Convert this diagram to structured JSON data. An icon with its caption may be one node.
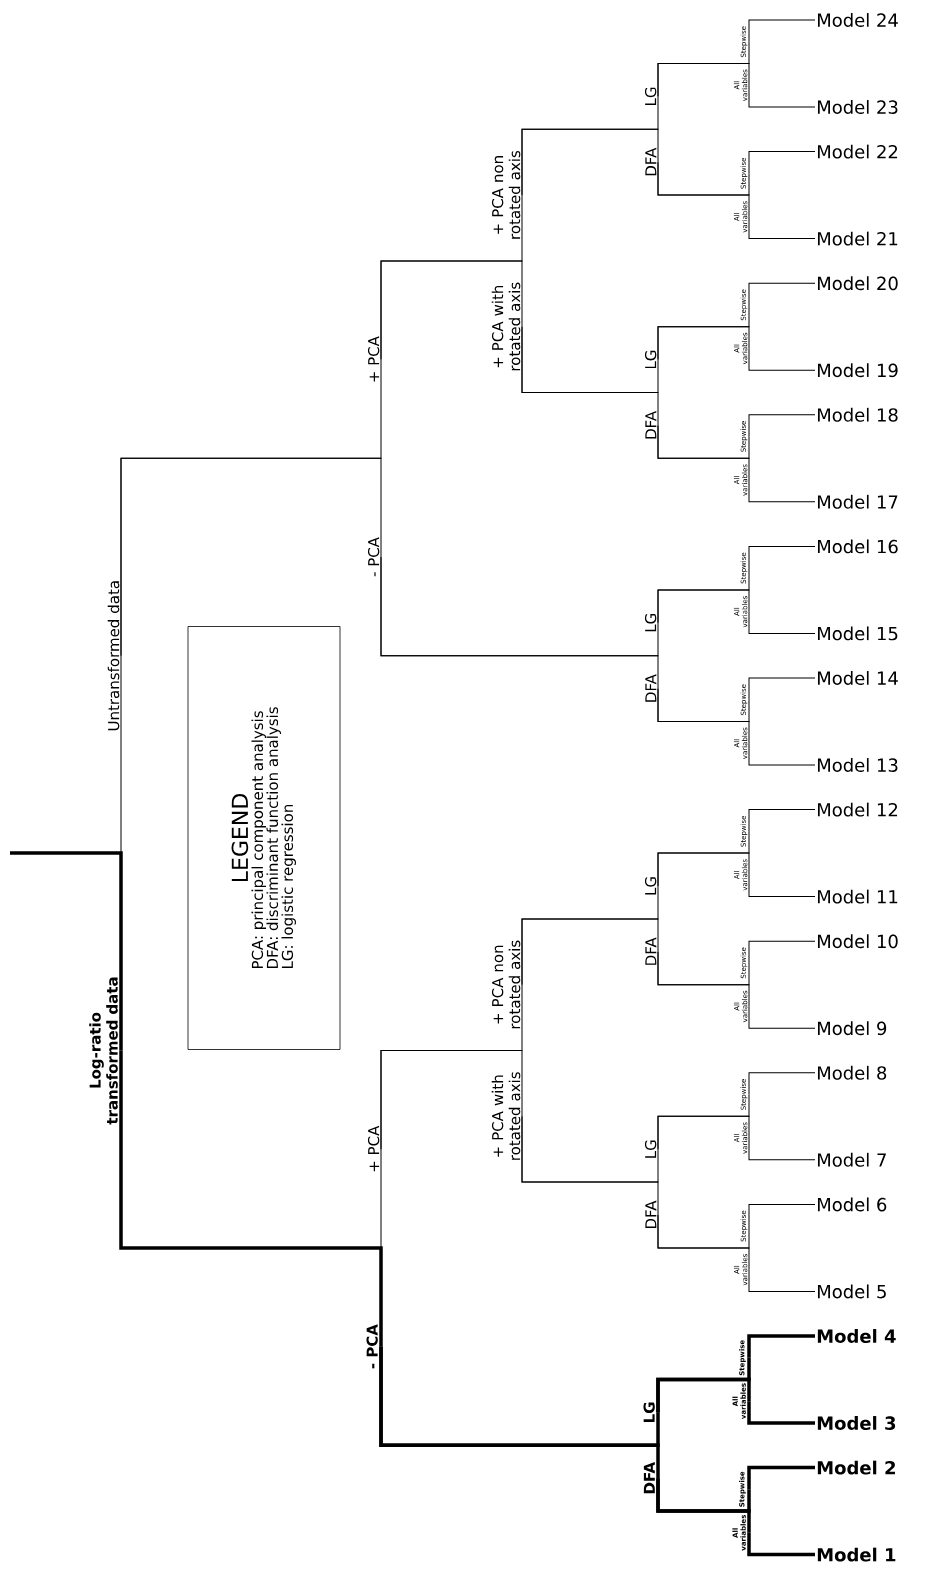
{
  "diagram": {
    "nodes": [
      {
        "text": [
          "Untransformed data"
        ]
      },
      {
        "text": [
          "Log-ratio transformed data"
        ]
      },
      {
        "text": [
          "LEGEND",
          "PCA: principal component analysis",
          "DFA: discriminant function analysis",
          "LG: logistic regression"
        ]
      },
      {
        "text": [
          "+ PCA"
        ]
      },
      {
        "text": [
          "- PCA"
        ]
      },
      {
        "text": [
          "+ PCA"
        ]
      },
      {
        "text": [
          "- PCA"
        ]
      },
      {
        "text": [
          "+ PCA non rotated axis"
        ]
      },
      {
        "text": [
          "+ PCA with rotated axis"
        ]
      },
      {
        "text": [
          "+ PCA non rotated axis"
        ]
      },
      {
        "text": [
          "+ PCA with rotated axis"
        ]
      },
      {
        "text": [
          "LG"
        ]
      },
      {
        "text": [
          "DFA"
        ]
      },
      {
        "text": [
          "LG"
        ]
      },
      {
        "text": [
          "DFA"
        ]
      },
      {
        "text": [
          "LG"
        ]
      },
      {
        "text": [
          "DFA"
        ]
      },
      {
        "text": [
          "LG"
        ]
      },
      {
        "text": [
          "DFA"
        ]
      },
      {
        "text": [
          "LG"
        ]
      },
      {
        "text": [
          "DFA"
        ]
      },
      {
        "text": [
          "LG"
        ]
      },
      {
        "text": [
          "DFA"
        ]
      },
      {
        "text": [
          "Stepwise"
        ]
      },
      {
        "text": [
          "All variables"
        ]
      },
      {
        "text": [
          "Stepwise"
        ]
      },
      {
        "text": [
          "All variables"
        ]
      },
      {
        "text": [
          "Stepwise"
        ]
      },
      {
        "text": [
          "All variables"
        ]
      },
      {
        "text": [
          "Stepwise"
        ]
      },
      {
        "text": [
          "All variables"
        ]
      },
      {
        "text": [
          "Stepwise"
        ]
      },
      {
        "text": [
          "All variables"
        ]
      },
      {
        "text": [
          "Stepwise"
        ]
      },
      {
        "text": [
          "All variables"
        ]
      },
      {
        "text": [
          "Stepwise"
        ]
      },
      {
        "text": [
          "All variables"
        ]
      },
      {
        "text": [
          "Stepwise"
        ]
      },
      {
        "text": [
          "All variables"
        ]
      },
      {
        "text": [
          "Stepwise"
        ]
      },
      {
        "text": [
          "All variables"
        ]
      },
      {
        "text": [
          "Stepwise"
        ]
      },
      {
        "text": [
          "All variables"
        ]
      },
      {
        "text": [
          "Stepwise"
        ]
      },
      {
        "text": [
          "All variables"
        ]
      },
      {
        "text": [
          "Stepwise"
        ]
      },
      {
        "text": [
          "All variables"
        ]
      },
      {
        "text": [
          "Model 24"
        ]
      },
      {
        "text": [
          "Model 23"
        ]
      },
      {
        "text": [
          "Model 22"
        ]
      },
      {
        "text": [
          "Model 21"
        ]
      },
      {
        "text": [
          "Model 20"
        ]
      },
      {
        "text": [
          "Model 19"
        ]
      },
      {
        "text": [
          "Model 18"
        ]
      },
      {
        "text": [
          "Model 17"
        ]
      },
      {
        "text": [
          "Model 16"
        ]
      },
      {
        "text": [
          "Model 15"
        ]
      },
      {
        "text": [
          "Model 14"
        ]
      },
      {
        "text": [
          "Model 13"
        ]
      },
      {
        "text": [
          "Model 12"
        ]
      },
      {
        "text": [
          "Model 11"
        ]
      },
      {
        "text": [
          "Model 10"
        ]
      },
      {
        "text": [
          "Model 9"
        ]
      },
      {
        "text": [
          "Model 8"
        ]
      },
      {
        "text": [
          "Model 7"
        ]
      },
      {
        "text": [
          "Model 6"
        ]
      },
      {
        "text": [
          "Model 5"
        ]
      },
      {
        "text": [
          "Model 4"
        ]
      },
      {
        "text": [
          "Model 3"
        ]
      },
      {
        "text": [
          "Model 2"
        ]
      },
      {
        "text": [
          "Model 1"
        ]
      }
    ],
    "edges": [
      {
        "from": null,
        "to": 0,
        "arrow": "none"
      },
      {
        "from": null,
        "to": 1,
        "arrow": "none",
        "style": "thick"
      },
      {
        "from": 0,
        "to": 3,
        "arrow": "none"
      },
      {
        "from": 0,
        "to": 4,
        "arrow": "none"
      },
      {
        "from": 1,
        "to": 5,
        "arrow": "none"
      },
      {
        "from": 1,
        "to": 6,
        "arrow": "none",
        "style": "thick"
      },
      {
        "from": 3,
        "to": 7,
        "arrow": "none"
      },
      {
        "from": 3,
        "to": 8,
        "arrow": "none"
      },
      {
        "from": 5,
        "to": 9,
        "arrow": "none"
      },
      {
        "from": 5,
        "to": 10,
        "arrow": "none"
      },
      {
        "from": 7,
        "to": 11,
        "arrow": "none"
      },
      {
        "from": 7,
        "to": 12,
        "arrow": "none"
      },
      {
        "from": 8,
        "to": 13,
        "arrow": "none"
      },
      {
        "from": 8,
        "to": 14,
        "arrow": "none"
      },
      {
        "from": 4,
        "to": 15,
        "arrow": "none"
      },
      {
        "from": 4,
        "to": 16,
        "arrow": "none"
      },
      {
        "from": 9,
        "to": 17,
        "arrow": "none"
      },
      {
        "from": 9,
        "to": 18,
        "arrow": "none"
      },
      {
        "from": 10,
        "to": 19,
        "arrow": "none"
      },
      {
        "from": 10,
        "to": 20,
        "arrow": "none"
      },
      {
        "from": 6,
        "to": 21,
        "arrow": "none",
        "style": "thick"
      },
      {
        "from": 6,
        "to": 22,
        "arrow": "none",
        "style": "thick"
      },
      {
        "from": 11,
        "to": 23,
        "arrow": "none"
      },
      {
        "from": 11,
        "to": 24,
        "arrow": "none"
      },
      {
        "from": 12,
        "to": 25,
        "arrow": "none"
      },
      {
        "from": 12,
        "to": 26,
        "arrow": "none"
      },
      {
        "from": 13,
        "to": 27,
        "arrow": "none"
      },
      {
        "from": 13,
        "to": 28,
        "arrow": "none"
      },
      {
        "from": 14,
        "to": 29,
        "arrow": "none"
      },
      {
        "from": 14,
        "to": 30,
        "arrow": "none"
      },
      {
        "from": 15,
        "to": 31,
        "arrow": "none"
      },
      {
        "from": 15,
        "to": 32,
        "arrow": "none"
      },
      {
        "from": 16,
        "to": 33,
        "arrow": "none"
      },
      {
        "from": 16,
        "to": 34,
        "arrow": "none"
      },
      {
        "from": 17,
        "to": 35,
        "arrow": "none"
      },
      {
        "from": 17,
        "to": 36,
        "arrow": "none"
      },
      {
        "from": 18,
        "to": 37,
        "arrow": "none"
      },
      {
        "from": 18,
        "to": 38,
        "arrow": "none"
      },
      {
        "from": 19,
        "to": 39,
        "arrow": "none"
      },
      {
        "from": 19,
        "to": 40,
        "arrow": "none"
      },
      {
        "from": 20,
        "to": 41,
        "arrow": "none"
      },
      {
        "from": 20,
        "to": 42,
        "arrow": "none"
      },
      {
        "from": 21,
        "to": 43,
        "arrow": "none",
        "style": "thick"
      },
      {
        "from": 21,
        "to": 44,
        "arrow": "none",
        "style": "thick"
      },
      {
        "from": 22,
        "to": 45,
        "arrow": "none",
        "style": "thick"
      },
      {
        "from": 22,
        "to": 46,
        "arrow": "none",
        "style": "thick"
      },
      {
        "from": 23,
        "to": 47,
        "arrow": "none"
      },
      {
        "from": 24,
        "to": 48,
        "arrow": "none"
      },
      {
        "from": 25,
        "to": 49,
        "arrow": "none"
      },
      {
        "from": 26,
        "to": 50,
        "arrow": "none"
      },
      {
        "from": 27,
        "to": 51,
        "arrow": "none"
      },
      {
        "from": 28,
        "to": 52,
        "arrow": "none"
      },
      {
        "from": 29,
        "to": 53,
        "arrow": "none"
      },
      {
        "from": 30,
        "to": 54,
        "arrow": "none"
      },
      {
        "from": 31,
        "to": 55,
        "arrow": "none"
      },
      {
        "from": 32,
        "to": 56,
        "arrow": "none"
      },
      {
        "from": 33,
        "to": 57,
        "arrow": "none"
      },
      {
        "from": 34,
        "to": 58,
        "arrow": "none"
      },
      {
        "from": 35,
        "to": 59,
        "arrow": "none"
      },
      {
        "from": 36,
        "to": 60,
        "arrow": "none"
      },
      {
        "from": 37,
        "to": 61,
        "arrow": "none"
      },
      {
        "from": 38,
        "to": 62,
        "arrow": "none"
      },
      {
        "from": 39,
        "to": 63,
        "arrow": "none"
      },
      {
        "from": 40,
        "to": 64,
        "arrow": "none"
      },
      {
        "from": 41,
        "to": 65,
        "arrow": "none"
      },
      {
        "from": 42,
        "to": 66,
        "arrow": "none"
      },
      {
        "from": 43,
        "to": 67,
        "arrow": "none",
        "style": "thick"
      },
      {
        "from": 44,
        "to": 68,
        "arrow": "none",
        "style": "thick"
      },
      {
        "from": 45,
        "to": 69,
        "arrow": "none",
        "style": "thick"
      },
      {
        "from": 46,
        "to": 70,
        "arrow": "none",
        "style": "thick"
      }
    ]
  }
}
